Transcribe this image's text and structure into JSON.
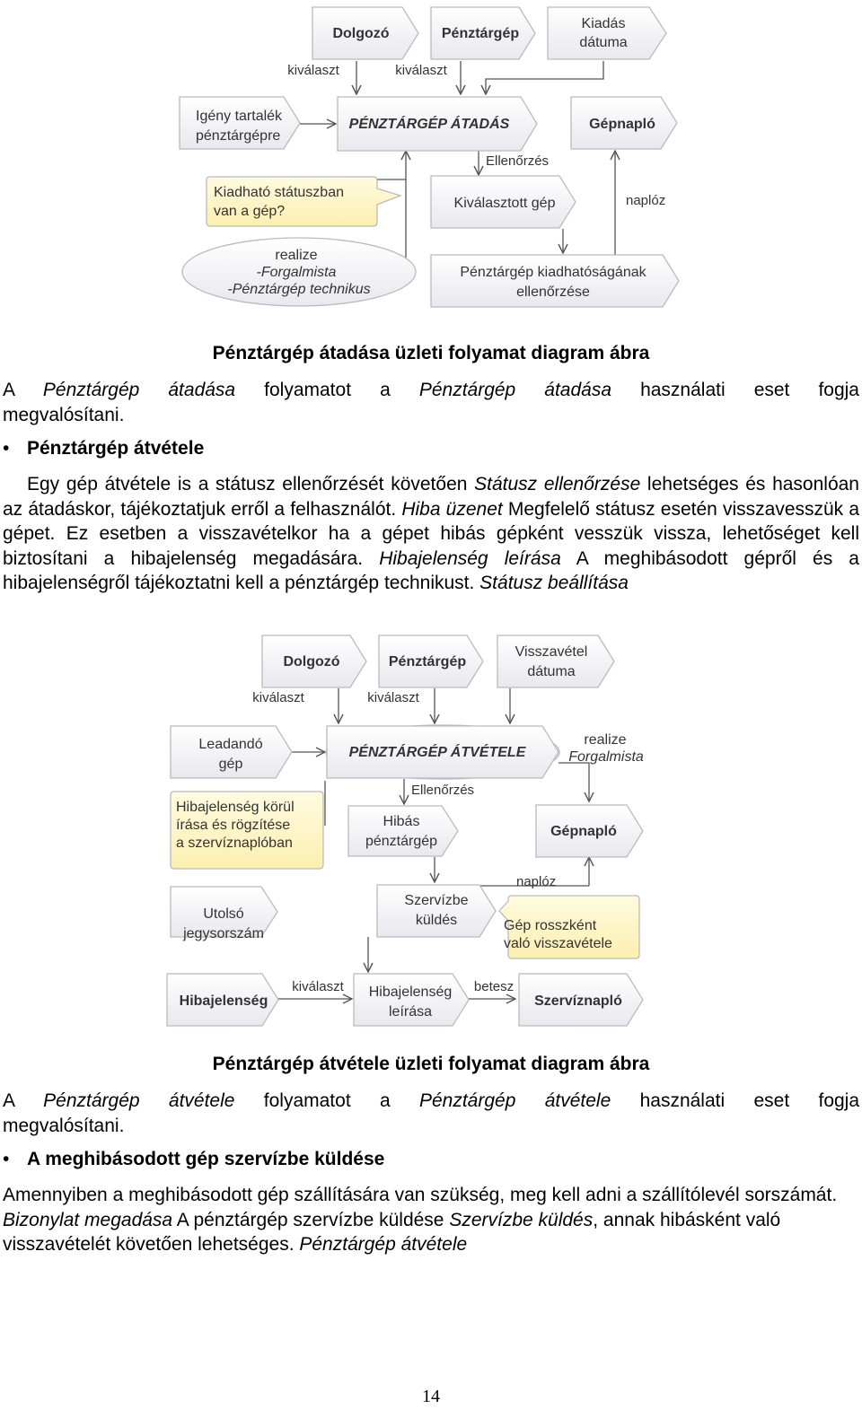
{
  "diagram1": {
    "nodes": {
      "dolgozo": "Dolgozó",
      "penztargep": "Pénztárgép",
      "kiadas_datuma_1": "Kiadás",
      "kiadas_datuma_2": "dátuma",
      "igeny_1": "Igény tartalék",
      "igeny_2": "pénztárgépre",
      "main": "PÉNZTÁRGÉP ÁTADÁS",
      "gepnaplo": "Gépnapló",
      "note_1": "Kiadható státuszban",
      "note_2": "van a gép?",
      "kivalasztott": "Kiválasztott gép",
      "realize_1": "realize",
      "realize_2": "-Forgalmista",
      "realize_3": "-Pénztárgép technikus",
      "ellenorzes_1": "Pénztárgép kiadhatóságának",
      "ellenorzes_2": "ellenőrzése"
    },
    "labels": {
      "kivalaszt_1": "kiválaszt",
      "kivalaszt_2": "kiválaszt",
      "ellenorzes": "Ellenőrzés",
      "naploz": "naplóz"
    }
  },
  "caption1": "Pénztárgép átadása üzleti folyamat diagram ábra",
  "para1": {
    "w1": "A",
    "w2": "Pénztárgép",
    "w3": "átadása",
    "w4": "folyamatot",
    "w5": "a",
    "w6": "Pénztárgép",
    "w7": "átadása",
    "w8": "használati",
    "w9": "eset",
    "w10": "fogja",
    "line2": "megvalósítani."
  },
  "bullet1": "Pénztárgép átvétele",
  "para2": {
    "t1": "Egy gép átvétele is a státusz ellenőrzését követően ",
    "i1": "Státusz ellenőrzése",
    "t2": " lehetséges és hasonlóan az átadáskor, tájékoztatjuk erről a felhasználót. ",
    "i2": "Hiba üzenet",
    "t3": " Megfelelő státusz esetén visszavesszük a gépet. Ez esetben a visszavételkor ha a gépet hibás gépként vesszük vissza, lehetőséget kell biztosítani a hibajelenség megadására. ",
    "i3": "Hibajelenség leírása",
    "t4": " A meghibásodott gépről és a hibajelenségről tájékoztatni kell a pénztárgép technikust. ",
    "i4": "Státusz beállítása"
  },
  "diagram2": {
    "nodes": {
      "dolgozo": "Dolgozó",
      "penztargep": "Pénztárgép",
      "visszavetel_1": "Visszavétel",
      "visszavetel_2": "dátuma",
      "leadando_1": "Leadandó",
      "leadando_2": "gép",
      "main": "PÉNZTÁRGÉP ÁTVÉTELE",
      "realize_1": "realize",
      "realize_2": "Forgalmista",
      "note_1": "Hibajelenség körül",
      "note_2": "írása és rögzítése",
      "note_3": "a szervíznaplóban",
      "hibas_1": "Hibás",
      "hibas_2": "pénztárgép",
      "gepnaplo": "Gépnapló",
      "utolso_1": "Utolsó",
      "utolso_2": "jegysorszám",
      "szerviz_1": "Szervízbe",
      "szerviz_2": "küldés",
      "rossz_1": "Gép rosszként",
      "rossz_2": "való visszavétele",
      "hibajelenseg": "Hibajelenség",
      "leiras_1": "Hibajelenség",
      "leiras_2": "leírása",
      "szerviznaplo": "Szervíznapló"
    },
    "labels": {
      "kivalaszt_1": "kiválaszt",
      "kivalaszt_2": "kiválaszt",
      "ellenorzes": "Ellenőrzés",
      "naploz": "naplóz",
      "kivalaszt_3": "kiválaszt",
      "betesz": "betesz"
    }
  },
  "caption2": "Pénztárgép átvétele üzleti folyamat diagram ábra",
  "para3": {
    "w1": "A",
    "w2": "Pénztárgép",
    "w3": "átvétele",
    "w4": "folyamatot",
    "w5": "a",
    "w6": "Pénztárgép",
    "w7": "átvétele",
    "w8": "használati",
    "w9": "eset",
    "w10": "fogja",
    "line2": "megvalósítani."
  },
  "bullet2": "A meghibásodott gép szervízbe küldése",
  "para4": {
    "t1": "Amennyiben a meghibásodott gép szállítására van szükség, meg kell adni a szállítólevél sorszámát. ",
    "i1": "Bizonylat megadása",
    "t2": " A pénztárgép szervízbe küldése ",
    "i2": "Szervízbe küldés",
    "t3": ", annak hibásként való visszavételét követően lehetséges. ",
    "i3": "Pénztárgép átvétele"
  },
  "page_number": "14"
}
